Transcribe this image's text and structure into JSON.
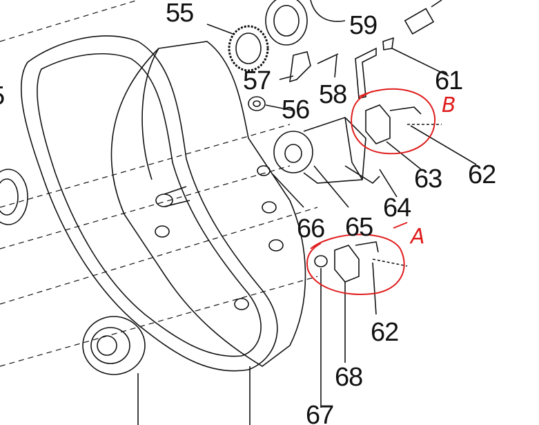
{
  "diagram": {
    "part_labels": [
      "55",
      "57",
      "56",
      "58",
      "59",
      "61",
      "63",
      "62",
      "64",
      "65",
      "66",
      "62",
      "68",
      "67",
      "5"
    ],
    "annotations": [
      "B",
      "A"
    ],
    "colors": {
      "line": "#111111",
      "annotation": "#e01c1c",
      "background": "#ffffff"
    }
  }
}
